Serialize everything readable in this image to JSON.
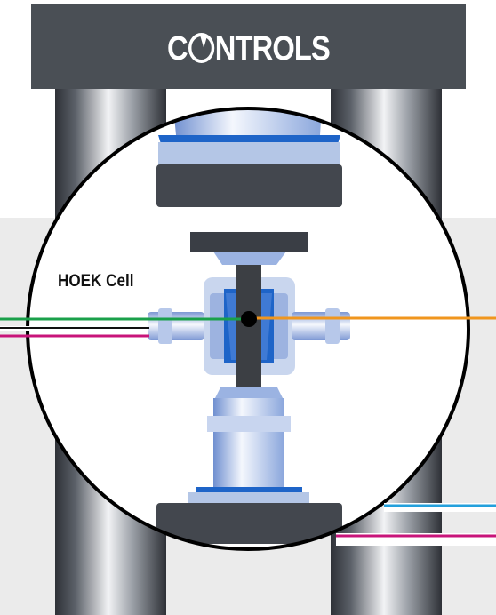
{
  "brand": {
    "text_before_dial": "C",
    "text_after_dial": "NTROLS",
    "bar_color": "#4a4f55"
  },
  "labels": {
    "cell": "HOEK Cell"
  },
  "colors": {
    "frame_dark": "#3c4047",
    "frame_light": "#e4e6e9",
    "platen_blue": "#b4c6e6",
    "platen_dark_blue": "#1e64c8",
    "background_band": "#ebebeb",
    "line_green": "#1aa04a",
    "line_orange": "#f0961e",
    "line_magenta": "#c8147a",
    "line_black": "#111111",
    "line_cyan": "#23a0dc"
  },
  "icons": {
    "brand_dial": "pressure-gauge-icon"
  }
}
